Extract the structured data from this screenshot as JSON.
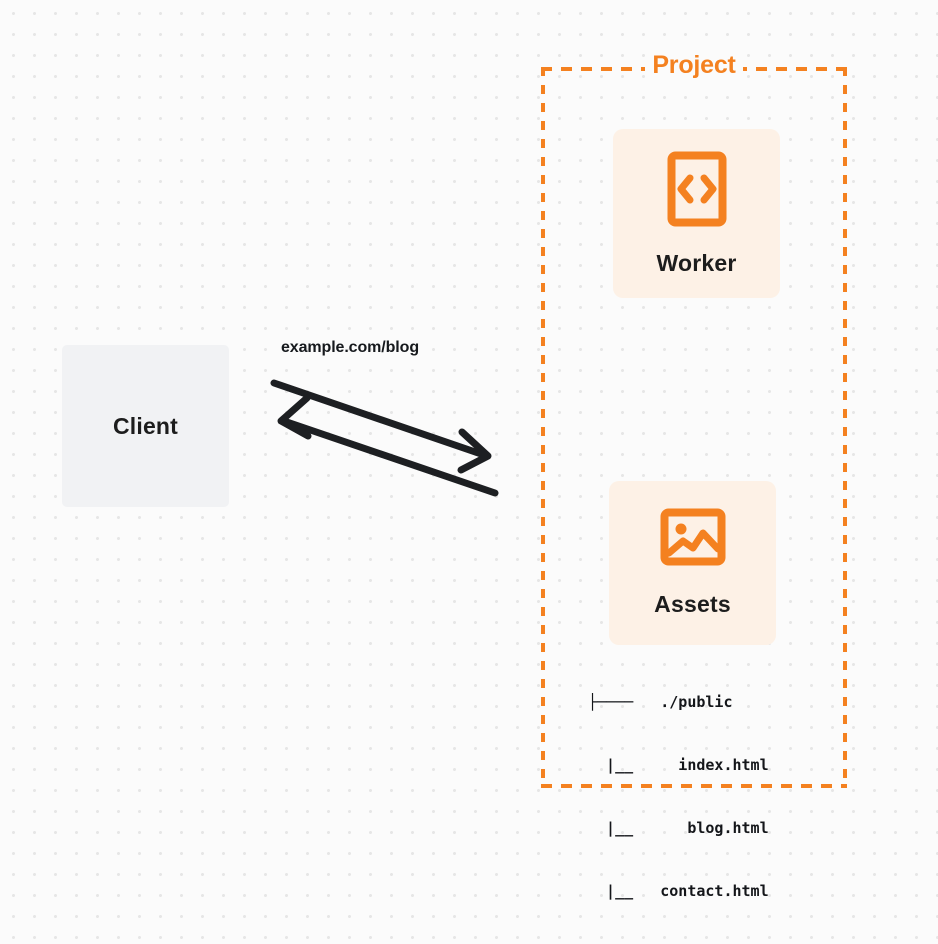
{
  "diagram": {
    "title": "Cloudflare Worker with static assets request flow",
    "colors": {
      "accent": "#f48120",
      "card_bg": "#fdf1e6",
      "client_bg": "#f1f2f4",
      "text": "#1d1d1d",
      "canvas_bg": "#fbfbfb",
      "dot_grid": "#e6e6e6"
    },
    "client": {
      "label": "Client",
      "icon": "client-box-icon"
    },
    "connection": {
      "label": "example.com/blog",
      "request_direction": "client-to-project",
      "response_direction": "project-to-client"
    },
    "project": {
      "label": "Project",
      "nodes": [
        {
          "id": "worker",
          "label": "Worker",
          "icon": "code-brackets-icon"
        },
        {
          "id": "assets",
          "label": "Assets",
          "icon": "image-icon"
        }
      ],
      "file_tree": [
        {
          "prefix": "├────",
          "name": "./public"
        },
        {
          "prefix": "|__",
          "name": "index.html"
        },
        {
          "prefix": "|__",
          "name": "blog.html"
        },
        {
          "prefix": "|__",
          "name": "contact.html"
        }
      ],
      "file_tree_lines": [
        "├────   ./public",
        "  |__     index.html",
        "  |__      blog.html",
        "  |__   contact.html"
      ]
    }
  }
}
